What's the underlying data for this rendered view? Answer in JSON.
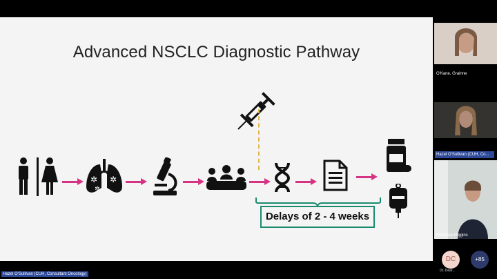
{
  "slide": {
    "title": "Advanced NSCLC Diagnostic Pathway",
    "delay_label": "Delays of 2 - 4 weeks",
    "icons": [
      "patients-icon",
      "lungs-icon",
      "microscope-icon",
      "team-meeting-icon",
      "syringe-icon",
      "dna-icon",
      "report-icon",
      "medicine-bottle-icon",
      "iv-bag-icon"
    ],
    "arrow_color": "#d63384",
    "box_border_color": "#1a8a6e",
    "dash_color": "#e2b64a"
  },
  "participants": {
    "tile1_name": "O'Kane, Grainne",
    "tile2_name": "Hazel O'Sullivan (CUH, Co...",
    "tile3_name": "Michaela Higgins",
    "avatar_initials": "DC",
    "avatar_name": "Dr. Dear...",
    "more_count": "+85"
  },
  "presenter_tag": "Hazel O'Sullivan (CUH, Consultant Oncology)"
}
